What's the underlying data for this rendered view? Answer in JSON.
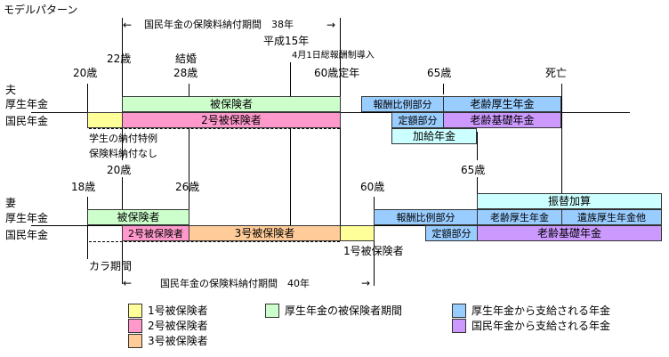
{
  "colors": {
    "cat1": "#FFFF99",
    "cat2": "#FF99CC",
    "cat3": "#FFCC99",
    "kosei_insured": "#CCFFCC",
    "kosei_benefit": "#99CCFF",
    "kokumin_benefit": "#CC99FF",
    "addition": "#CCFFFF"
  },
  "title": "モデルパターン",
  "husband": {
    "period_text": "国民年金の保険料納付期間　38年",
    "reform_year": "平成15年",
    "reform_label": "4月1日総報酬制導入",
    "ages": {
      "a20": "20歳",
      "a22": "22歳",
      "marriage": "結婚",
      "a28": "28歳",
      "retire": "60歳定年",
      "a65": "65歳",
      "death": "死亡"
    },
    "role": "夫",
    "kosei_label": "厚生年金",
    "kokumin_label": "国民年金",
    "insured": "被保険者",
    "cat2_insured": "2号被保険者",
    "hoshu": "報酬比例部分",
    "rourei_kosei": "老齢厚生年金",
    "teigaku": "定額部分",
    "rourei_kiso": "老齢基礎年金",
    "kakyu": "加給年金",
    "note1": "学生の納付特例",
    "note2": "保険料納付なし"
  },
  "wife": {
    "ages": {
      "a20": "20歳",
      "a18": "18歳",
      "a26": "26歳",
      "a60": "60歳",
      "a65": "65歳"
    },
    "role": "妻",
    "kosei_label": "厚生年金",
    "kokumin_label": "国民年金",
    "insured": "被保険者",
    "cat2_insured": "2号被保険者",
    "cat3_insured": "3号被保険者",
    "cat1_insured": "1号被保険者",
    "hoshu": "報酬比例部分",
    "rourei_kosei": "老齢厚生年金",
    "izoku_kosei": "遺族厚生年金他",
    "teigaku": "定額部分",
    "rourei_kiso": "老齢基礎年金",
    "furikae": "振替加算",
    "kara": "カラ期間",
    "period_text": "国民年金の保険料納付期間　40年"
  },
  "legend": {
    "cat1": "1号被保険者",
    "cat2": "2号被保険者",
    "cat3": "3号被保険者",
    "kosei_period": "厚生年金の被保険者期間",
    "kosei_pay": "厚生年金から支給される年金",
    "kokumin_pay": "国民年金から支給される年金"
  }
}
